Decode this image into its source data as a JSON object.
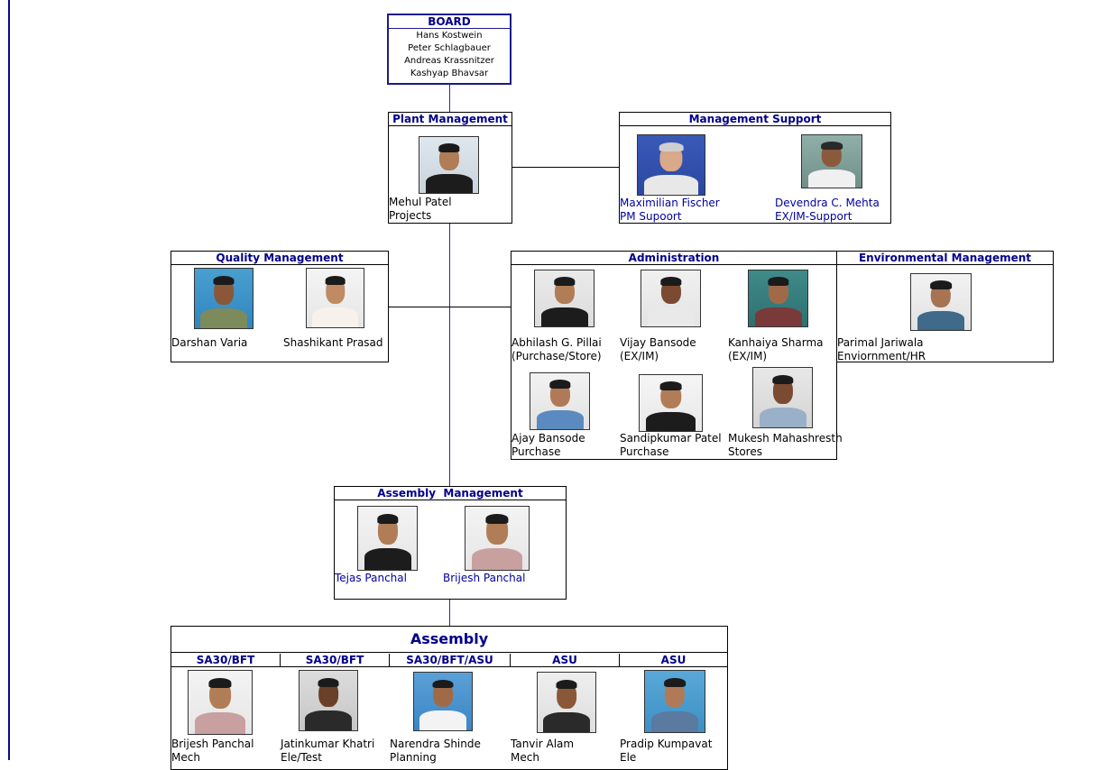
{
  "board": {
    "title": "BOARD",
    "members": [
      "Hans Kostwein",
      "Peter Schlagbauer",
      "Andreas Krassnitzer",
      "Kashyap Bhavsar"
    ]
  },
  "plant_management": {
    "title": "Plant Management",
    "people": [
      {
        "name": "Mehul Patel",
        "role": "Projects"
      }
    ]
  },
  "management_support": {
    "title": "Management Support",
    "people": [
      {
        "name": "Maximilian Fischer",
        "role": "PM Supoort"
      },
      {
        "name": "Devendra C. Mehta",
        "role": "EX/IM-Support"
      }
    ]
  },
  "quality_management": {
    "title": "Quality Management",
    "people": [
      {
        "name": "Darshan Varia",
        "role": ""
      },
      {
        "name": "Shashikant Prasad",
        "role": ""
      }
    ]
  },
  "administration": {
    "title": "Administration",
    "people": [
      {
        "name": "Abhilash G. Pillai",
        "role": "(Purchase/Store)"
      },
      {
        "name": "Vijay Bansode",
        "role": "(EX/IM)"
      },
      {
        "name": "Kanhaiya Sharma",
        "role": "(EX/IM)"
      },
      {
        "name": "Ajay Bansode",
        "role": "Purchase"
      },
      {
        "name": "Sandipkumar Patel",
        "role": "Purchase"
      },
      {
        "name": "Mukesh Mahashresth",
        "role": "Stores"
      }
    ]
  },
  "environmental_management": {
    "title": "Environmental Management",
    "people": [
      {
        "name": "Parimal Jariwala",
        "role": "Enviornment/HR"
      }
    ]
  },
  "assembly_management": {
    "title": "Assembly  Management",
    "people": [
      {
        "name": "Tejas Panchal",
        "role": ""
      },
      {
        "name": "Brijesh Panchal",
        "role": ""
      }
    ]
  },
  "assembly": {
    "title": "Assembly",
    "columns": [
      {
        "header": "SA30/BFT",
        "name": "Brijesh Panchal",
        "role": "Mech"
      },
      {
        "header": "SA30/BFT",
        "name": "Jatinkumar Khatri",
        "role": "Ele/Test"
      },
      {
        "header": "SA30/BFT/ASU",
        "name": "Narendra Shinde",
        "role": "Planning"
      },
      {
        "header": "ASU",
        "name": "Tanvir Alam",
        "role": "Mech"
      },
      {
        "header": "ASU",
        "name": "Pradip Kumpavat",
        "role": "Ele"
      }
    ]
  },
  "colors": {
    "header_text": "#00008b",
    "connector": "#2a2aa8",
    "name_link": "#0000a0"
  }
}
